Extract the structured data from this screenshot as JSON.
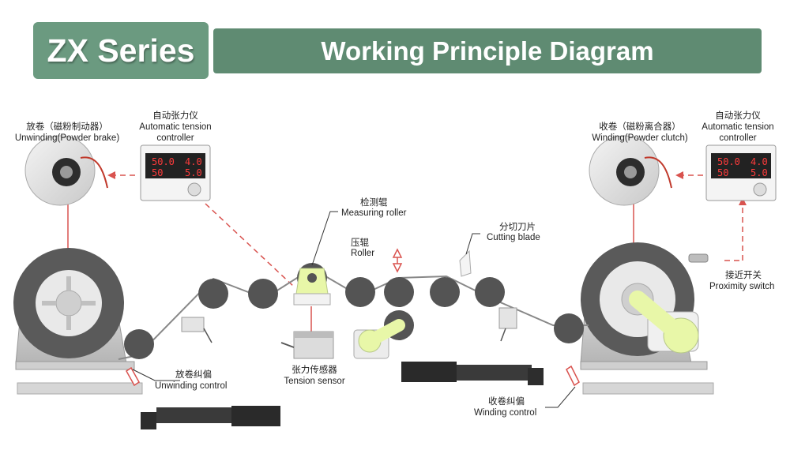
{
  "header": {
    "series": "ZX Series",
    "title": "Working Principle Diagram"
  },
  "labels": {
    "unwinding_cn": "放卷（磁粉制动器）",
    "unwinding_en": "Unwinding(Powder brake)",
    "controller_left_cn": "自动张力仪",
    "controller_left_en1": "Automatic tension",
    "controller_left_en2": "controller",
    "winding_cn": "收卷（磁粉离合器）",
    "winding_en": "Winding(Powder clutch)",
    "controller_right_cn": "自动张力仪",
    "controller_right_en1": "Automatic tension",
    "controller_right_en2": "controller",
    "measuring_cn": "检测辊",
    "measuring_en": "Measuring roller",
    "roller_cn": "压辊",
    "roller_en": "Roller",
    "cutting_cn": "分切刀片",
    "cutting_en": "Cutting blade",
    "proximity_cn": "接近开关",
    "proximity_en": "Proximity switch",
    "tension_cn": "张力传感器",
    "tension_en": "Tension sensor",
    "unwind_ctrl_cn": "放卷纠偏",
    "unwind_ctrl_en": "Unwinding control",
    "wind_ctrl_cn": "收卷纠偏",
    "wind_ctrl_en": "Winding control"
  },
  "display": {
    "left_top_a": "50.0",
    "left_top_b": "4.0",
    "left_bot_a": "50",
    "left_bot_b": "5.0",
    "right_top_a": "50.0",
    "right_top_b": "4.0",
    "right_bot_a": "50",
    "right_bot_b": "5.0"
  },
  "colors": {
    "header_left": "#6b9a80",
    "header_right": "#5f8b72",
    "roller": "#545454",
    "signal_line": "#d9534f",
    "highlight": "#e8f7a8"
  }
}
